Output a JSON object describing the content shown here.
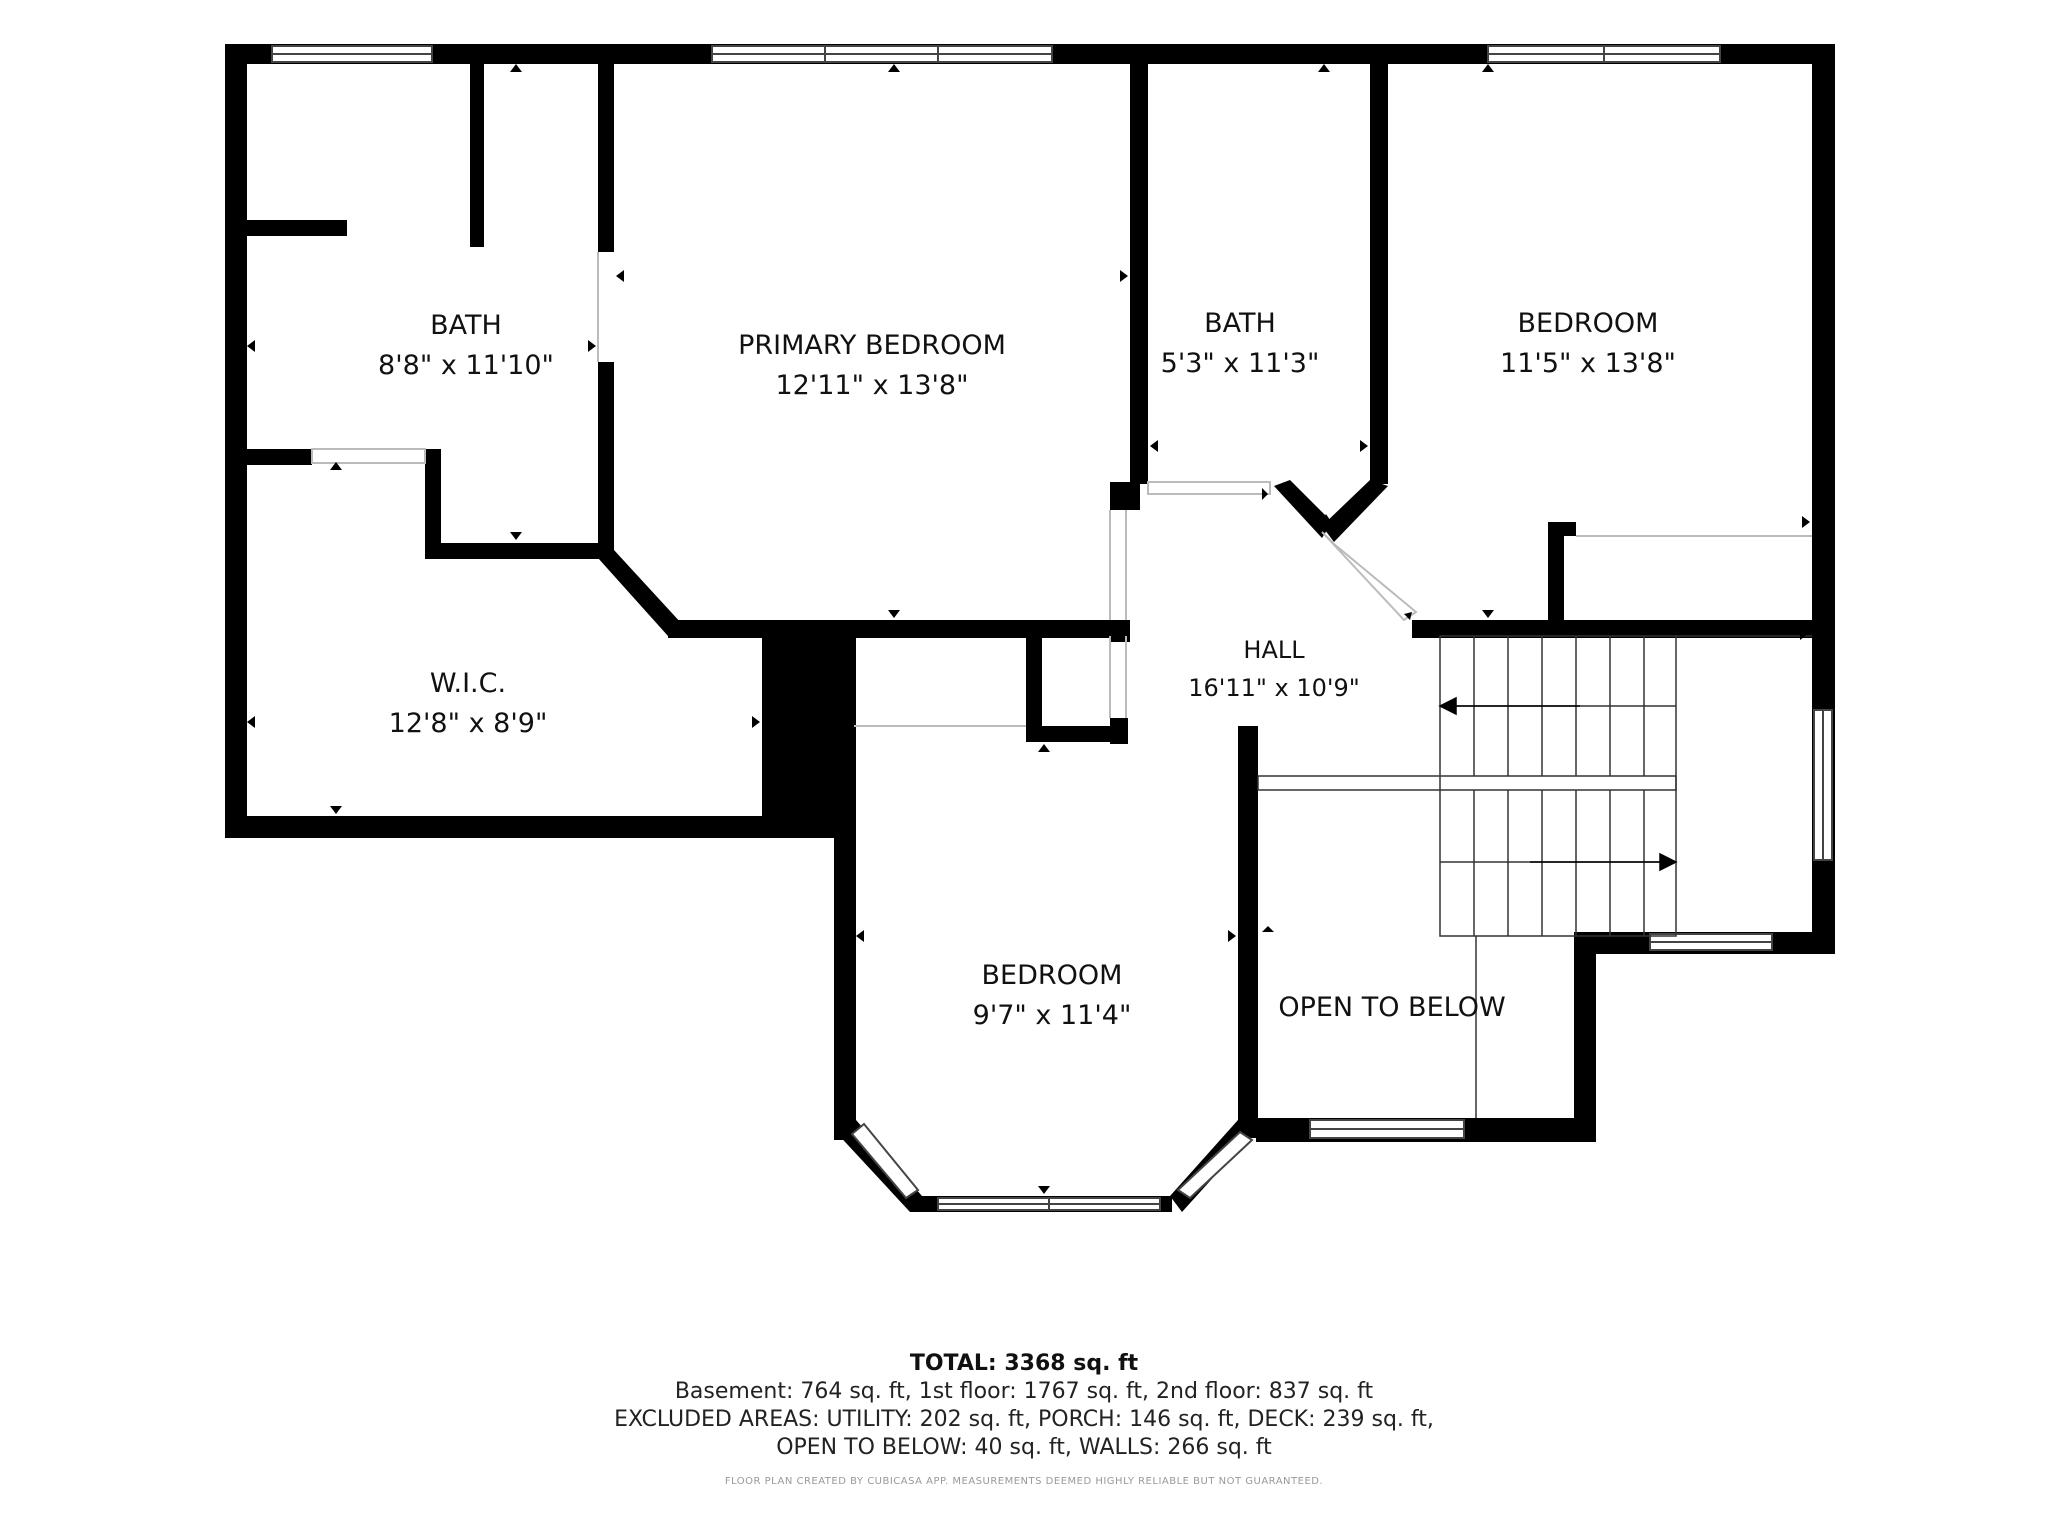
{
  "rooms": {
    "bath_left": {
      "name": "BATH",
      "dims": "8'8\" x 11'10\""
    },
    "primary_bedroom": {
      "name": "PRIMARY BEDROOM",
      "dims": "12'11\" x 13'8\""
    },
    "bath_mid": {
      "name": "BATH",
      "dims": "5'3\" x 11'3\""
    },
    "bedroom_right": {
      "name": "BEDROOM",
      "dims": "11'5\" x 13'8\""
    },
    "wic": {
      "name": "W.I.C.",
      "dims": "12'8\" x 8'9\""
    },
    "hall": {
      "name": "HALL",
      "dims": "16'11\" x 10'9\""
    },
    "bedroom_bottom": {
      "name": "BEDROOM",
      "dims": "9'7\" x 11'4\""
    },
    "open_to_below": {
      "name": "OPEN TO BELOW"
    }
  },
  "footer": {
    "total_label": "TOTAL:",
    "total_value": "3368 sq. ft",
    "line1": "Basement: 764 sq. ft, 1st floor: 1767 sq. ft, 2nd floor: 837 sq. ft",
    "line2": "EXCLUDED AREAS: UTILITY: 202 sq. ft, PORCH: 146 sq. ft, DECK: 239 sq. ft,",
    "line3": "OPEN TO BELOW: 40 sq. ft, WALLS: 266 sq. ft",
    "credit": "FLOOR PLAN CREATED BY CUBICASA APP. MEASUREMENTS DEEMED HIGHLY RELIABLE BUT NOT GUARANTEED."
  },
  "colors": {
    "wall": "#000000",
    "window_stroke": "#444444",
    "background": "#ffffff"
  }
}
